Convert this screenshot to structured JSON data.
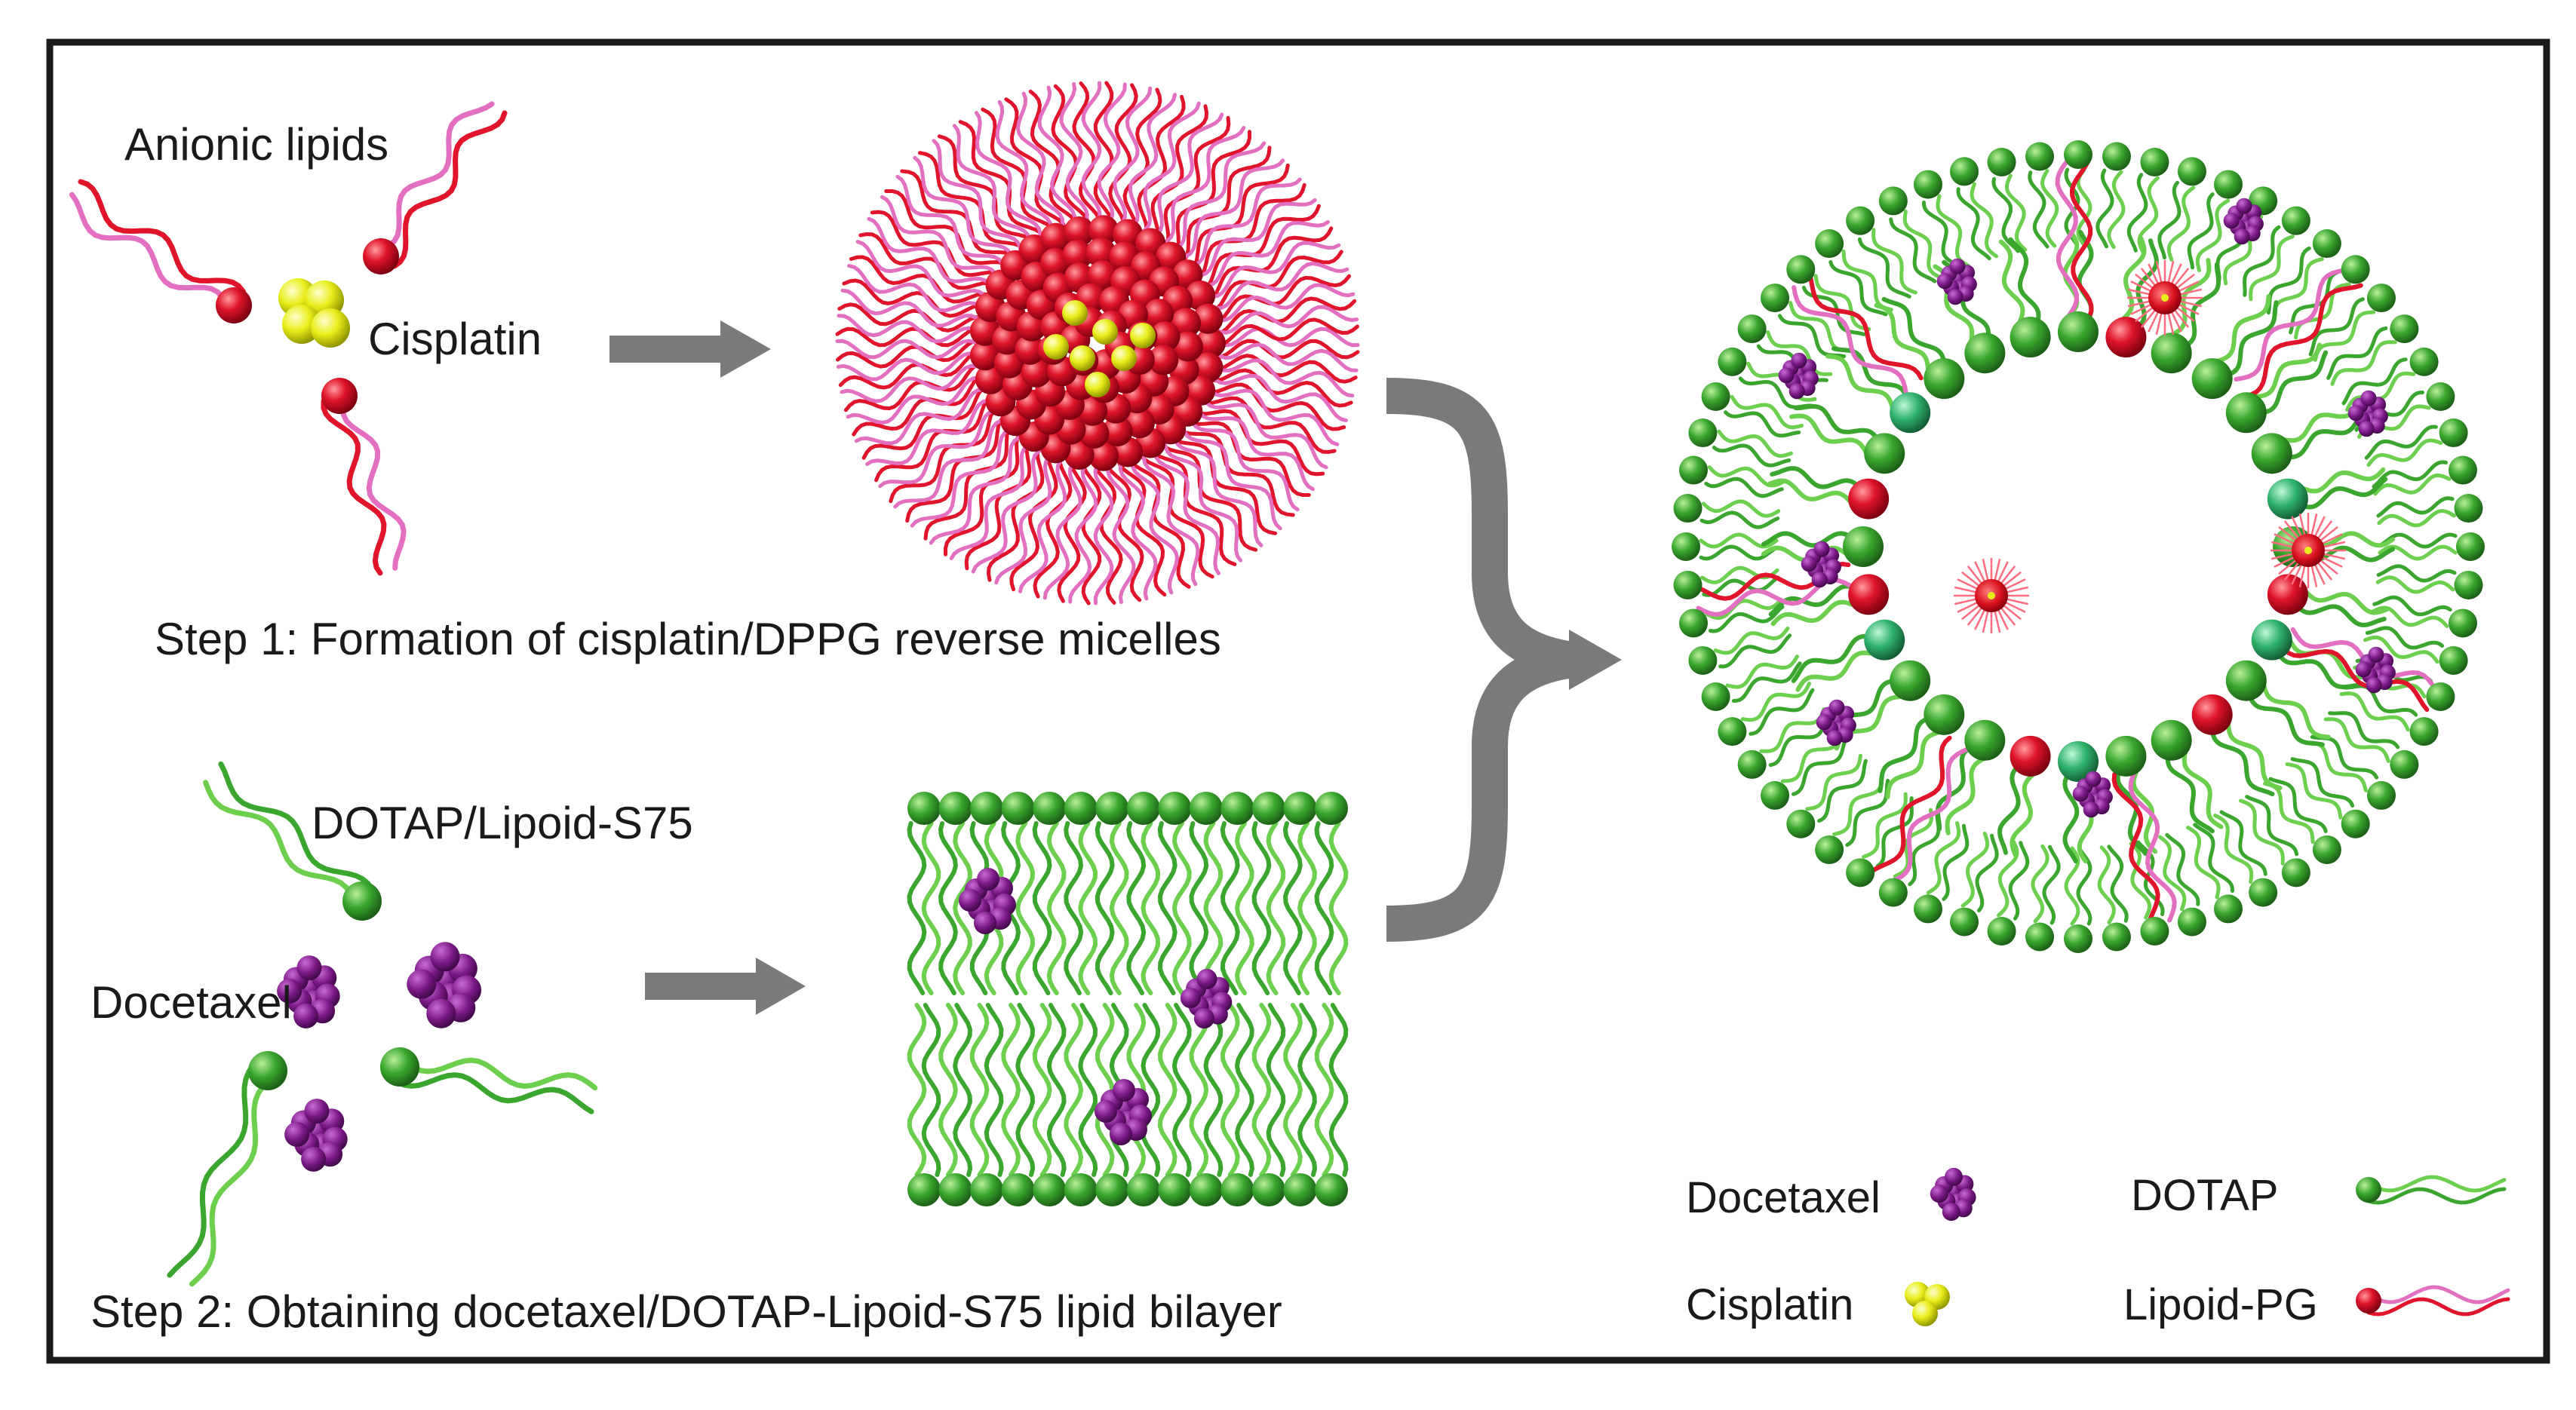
{
  "labels": {
    "anionic_lipids": "Anionic lipids",
    "cisplatin": "Cisplatin",
    "step1": "Step 1: Formation of cisplatin/DPPG reverse  micelles",
    "dotap_s75": "DOTAP/Lipoid-S75",
    "docetaxel": "Docetaxel",
    "step2": "Step 2: Obtaining docetaxel/DOTAP-Lipoid-S75 lipid bilayer"
  },
  "legend": {
    "docetaxel": "Docetaxel",
    "dotap": "DOTAP",
    "cisplatin": "Cisplatin",
    "lipoid_pg": "Lipoid-PG"
  },
  "colors": {
    "frame": "#1a1a1a",
    "anionic_red": "#e0142a",
    "anionic_pink": "#e36fc0",
    "cisplatin_yellow": "#e8ee1a",
    "dotap_green": "#3aa62e",
    "dotap_light": "#6ccf4e",
    "docetaxel_purple": "#7a1a86",
    "arrow_gray": "#7a7a7a"
  }
}
